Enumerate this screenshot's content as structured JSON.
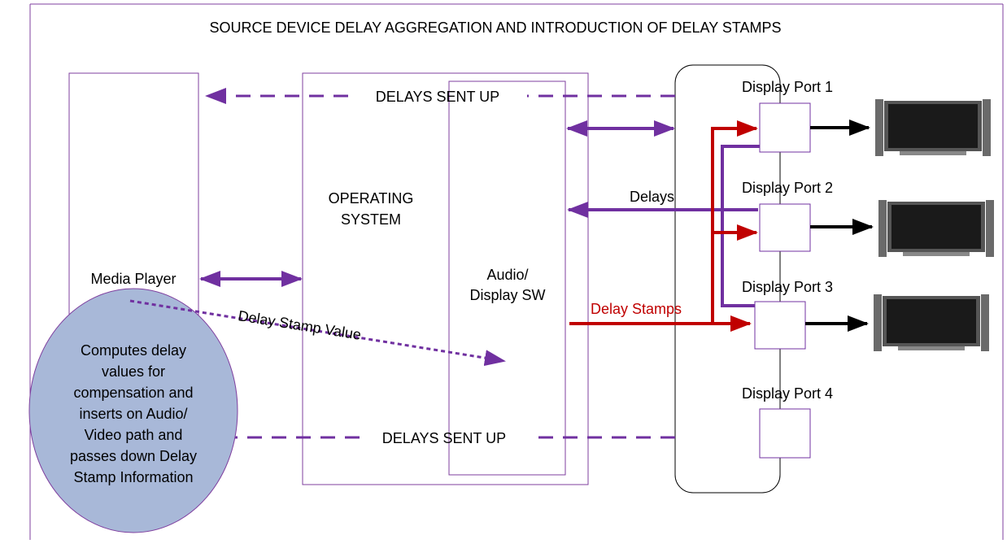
{
  "title": "SOURCE DEVICE DELAY AGGREGATION AND INTRODUCTION OF DELAY STAMPS",
  "media_player": {
    "label": "Media Player",
    "bubble_lines": [
      "Computes delay",
      "values for",
      "compensation and",
      "inserts on Audio/",
      "Video path  and",
      "passes down Delay",
      "Stamp Information"
    ]
  },
  "operating_system": {
    "line1": "OPERATING",
    "line2": "SYSTEM"
  },
  "audio_display_sw": {
    "line1": "Audio/",
    "line2": "Display SW"
  },
  "signals": {
    "delays_sent_up_top": "DELAYS SENT  UP",
    "delays_sent_up_bottom": "DELAYS SENT UP",
    "delays": "Delays",
    "delay_stamps": "Delay Stamps",
    "delay_stamp_value": "Delay Stamp Value"
  },
  "ports": [
    {
      "label": "Display Port 1"
    },
    {
      "label": "Display Port 2"
    },
    {
      "label": "Display Port 3"
    },
    {
      "label": "Display Port 4"
    }
  ],
  "colors": {
    "purple": "#7030a0",
    "red": "#c00000",
    "box_border": "#7f3f9f",
    "bubble_fill": "#a8b8d8",
    "bubble_stroke": "#7f3f9f",
    "monitor_frame": "#5a5a5a",
    "monitor_screen": "#1a1a1a"
  },
  "icons": [
    "monitor-icon",
    "monitor-icon",
    "monitor-icon"
  ]
}
